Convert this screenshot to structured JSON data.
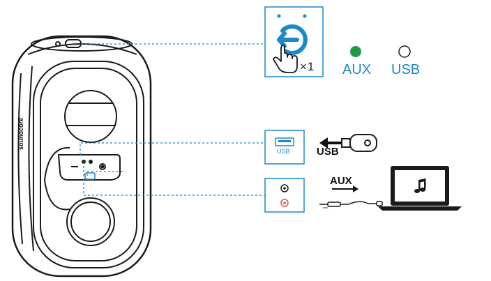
{
  "brand": "soundcore",
  "mode_panel": {
    "press_count": "×1",
    "aux_label": "AUX",
    "usb_label": "USB"
  },
  "usb_port": {
    "label": "USB"
  },
  "usb_input": {
    "label": "USB"
  },
  "aux_input": {
    "label": "AUX"
  },
  "colors": {
    "accent_blue": "#1a89c9",
    "aux_active_green": "#1e9a4a",
    "outline": "#1a1a1a",
    "port_red": "#d9534f"
  },
  "icons": {
    "input_mode": "input-switch-icon",
    "hand": "pointing-hand-icon",
    "usb_drive": "usb-flash-drive-icon",
    "laptop": "laptop-icon",
    "music": "music-note-icon",
    "cable": "aux-cable-icon"
  }
}
